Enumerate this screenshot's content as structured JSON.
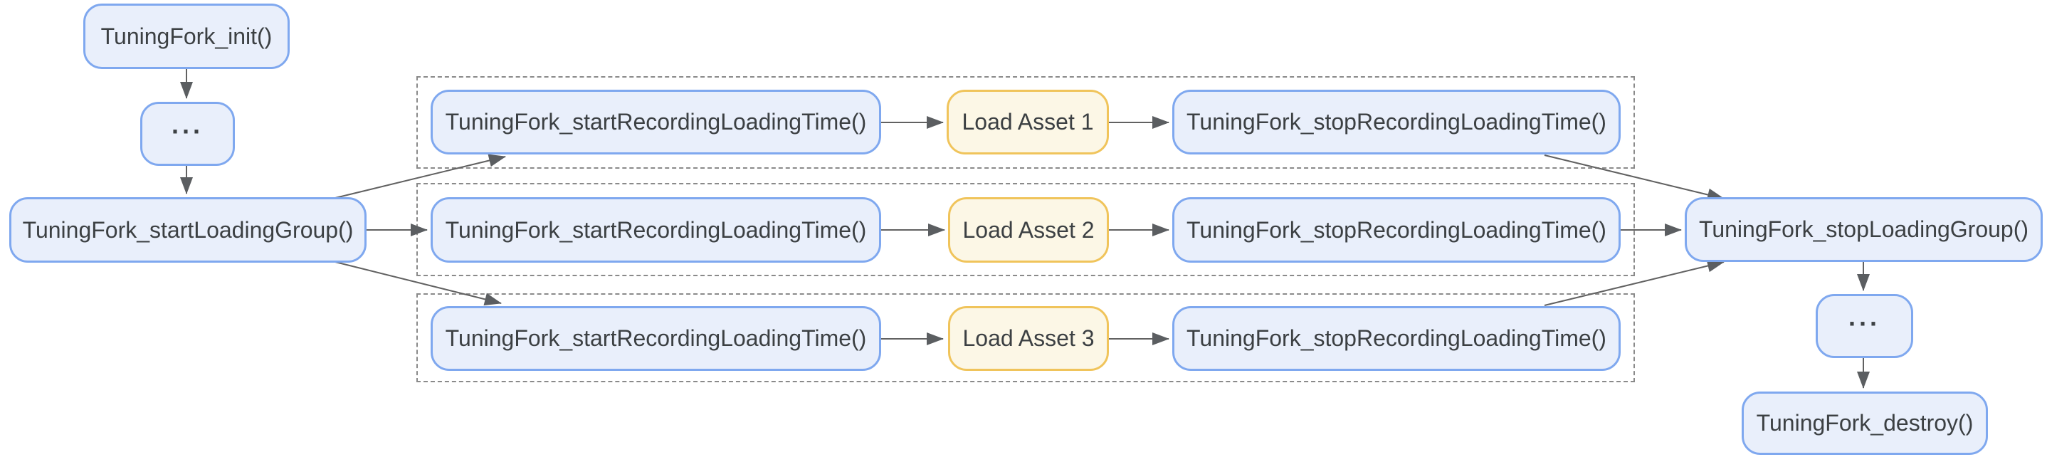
{
  "diagram": {
    "nodes": {
      "init": {
        "label": "TuningFork_init()"
      },
      "ellipsis_left": {
        "label": "..."
      },
      "start_loading_group": {
        "label": "TuningFork_startLoadingGroup()"
      },
      "rows": [
        {
          "start": "TuningFork_startRecordingLoadingTime()",
          "load": "Load Asset 1",
          "stop": "TuningFork_stopRecordingLoadingTime()"
        },
        {
          "start": "TuningFork_startRecordingLoadingTime()",
          "load": "Load Asset 2",
          "stop": "TuningFork_stopRecordingLoadingTime()"
        },
        {
          "start": "TuningFork_startRecordingLoadingTime()",
          "load": "Load Asset 3",
          "stop": "TuningFork_stopRecordingLoadingTime()"
        }
      ],
      "stop_loading_group": {
        "label": "TuningFork_stopLoadingGroup()"
      },
      "ellipsis_right": {
        "label": "..."
      },
      "destroy": {
        "label": "TuningFork_destroy()"
      }
    },
    "edges": [
      {
        "from": "init",
        "to": "ellipsis_left"
      },
      {
        "from": "ellipsis_left",
        "to": "start_loading_group"
      },
      {
        "from": "start_loading_group",
        "to": "row1_start_recording"
      },
      {
        "from": "start_loading_group",
        "to": "row2_start_recording"
      },
      {
        "from": "start_loading_group",
        "to": "row3_start_recording"
      },
      {
        "from": "row1_start_recording",
        "to": "row1_load_asset"
      },
      {
        "from": "row1_load_asset",
        "to": "row1_stop_recording"
      },
      {
        "from": "row2_start_recording",
        "to": "row2_load_asset"
      },
      {
        "from": "row2_load_asset",
        "to": "row2_stop_recording"
      },
      {
        "from": "row3_start_recording",
        "to": "row3_load_asset"
      },
      {
        "from": "row3_load_asset",
        "to": "row3_stop_recording"
      },
      {
        "from": "row1_stop_recording",
        "to": "stop_loading_group"
      },
      {
        "from": "row2_stop_recording",
        "to": "stop_loading_group"
      },
      {
        "from": "row3_stop_recording",
        "to": "stop_loading_group"
      },
      {
        "from": "stop_loading_group",
        "to": "ellipsis_right"
      },
      {
        "from": "ellipsis_right",
        "to": "destroy"
      }
    ],
    "colors": {
      "node_fill": "#E9EFFB",
      "node_border": "#7FA8EF",
      "asset_fill": "#FCF7E6",
      "asset_border": "#F0C45B",
      "text": "#3C4043",
      "line": "#616161",
      "arrow": "#5B5E61",
      "dash": "#8A8A8A",
      "background": "#FFFFFF"
    }
  }
}
